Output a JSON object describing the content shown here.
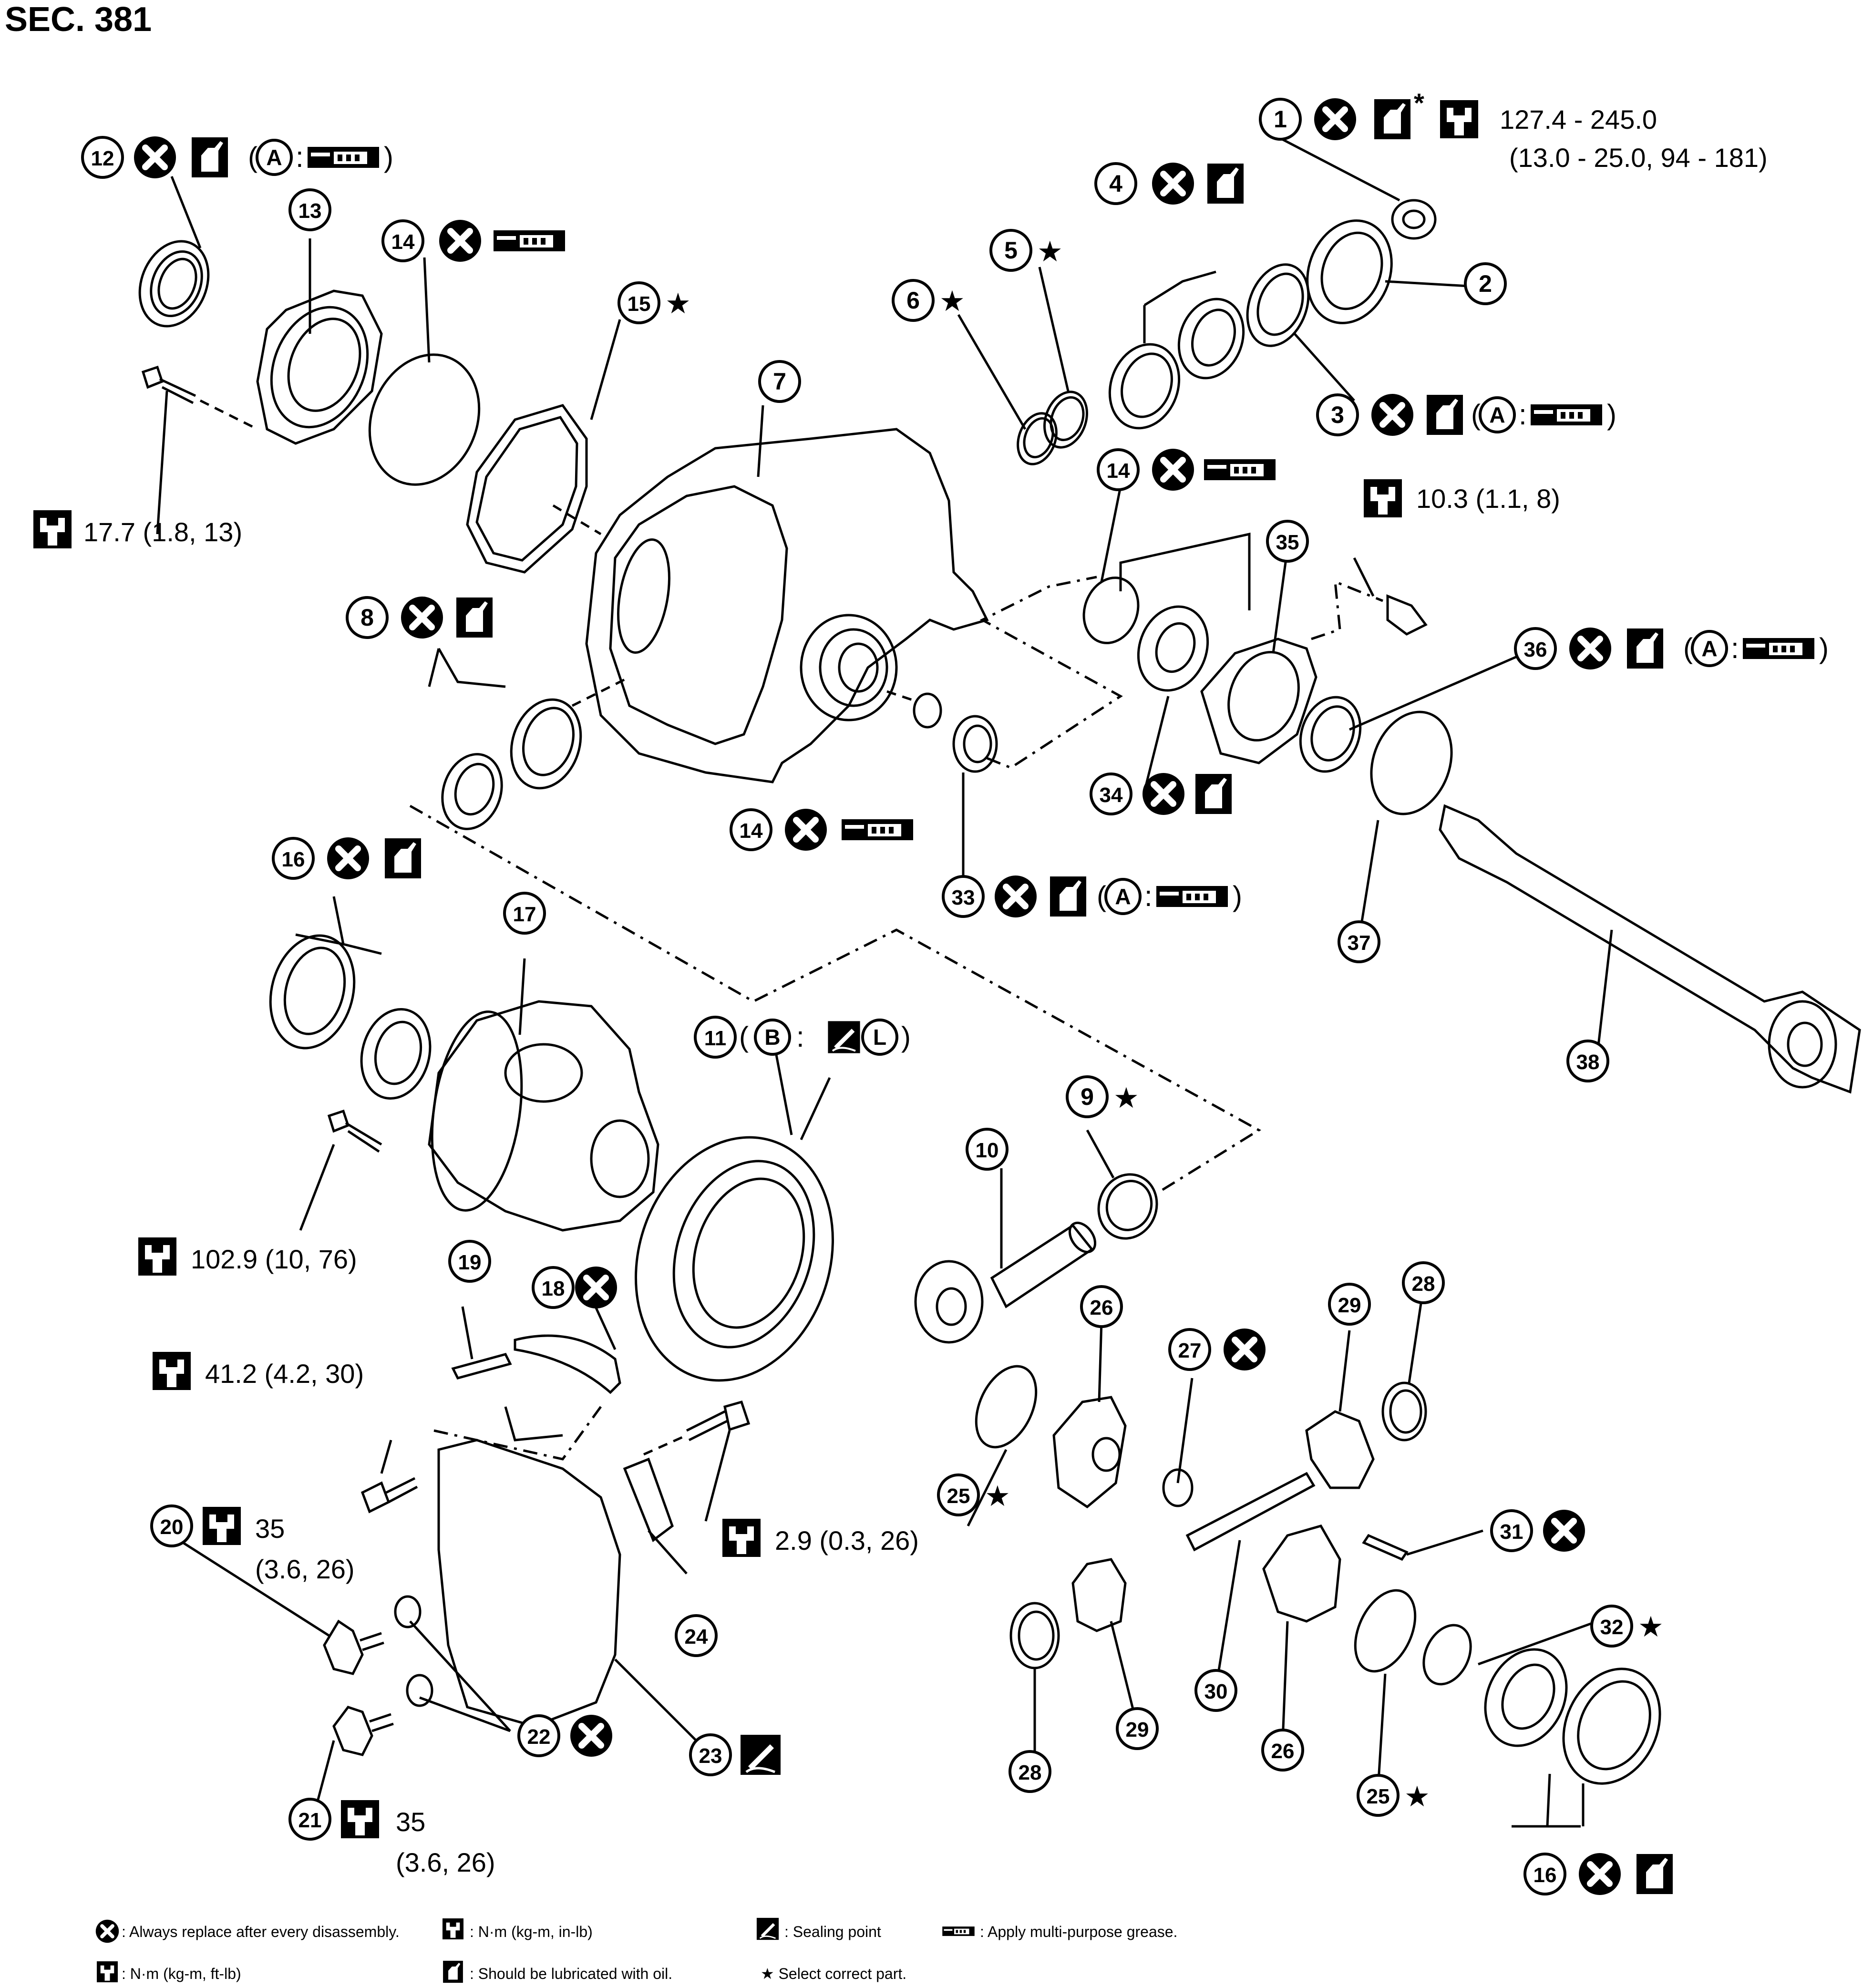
{
  "section_title": "SEC. 381",
  "markers": {
    "star": "★",
    "asterisk": "*",
    "paren_open": "(",
    "paren_close": ")",
    "colon": ":"
  },
  "circle_letters": [
    "A",
    "B",
    "L"
  ],
  "parts": [
    {
      "num": "1",
      "desc": "",
      "torque": "127.4 - 245.0",
      "torque2": "(13.0 - 25.0, 94 - 181)"
    },
    {
      "num": "2"
    },
    {
      "num": "3"
    },
    {
      "num": "4"
    },
    {
      "num": "5"
    },
    {
      "num": "6"
    },
    {
      "num": "7"
    },
    {
      "num": "8"
    },
    {
      "num": "9"
    },
    {
      "num": "10"
    },
    {
      "num": "11"
    },
    {
      "num": "12"
    },
    {
      "num": "13"
    },
    {
      "num": "14"
    },
    {
      "num": "15"
    },
    {
      "num": "16"
    },
    {
      "num": "17"
    },
    {
      "num": "18"
    },
    {
      "num": "19"
    },
    {
      "num": "20"
    },
    {
      "num": "21"
    },
    {
      "num": "22"
    },
    {
      "num": "23"
    },
    {
      "num": "24"
    },
    {
      "num": "25"
    },
    {
      "num": "26"
    },
    {
      "num": "27"
    },
    {
      "num": "28"
    },
    {
      "num": "29"
    },
    {
      "num": "30"
    },
    {
      "num": "31"
    },
    {
      "num": "32"
    },
    {
      "num": "33"
    },
    {
      "num": "34"
    },
    {
      "num": "35"
    },
    {
      "num": "36"
    },
    {
      "num": "37"
    },
    {
      "num": "38"
    }
  ],
  "torques": {
    "t1_line1": "127.4 - 245.0",
    "t1_line2": "(13.0 - 25.0, 94 - 181)",
    "t13": "17.7 (1.8, 13)",
    "t35": "10.3 (1.1, 8)",
    "t17": "102.9 (10, 76)",
    "t41": "41.2 (4.2, 30)",
    "t20_a": "35",
    "t20_b": "(3.6, 26)",
    "t21_a": "35",
    "t21_b": "(3.6, 26)",
    "t24": "2.9 (0.3, 26)"
  },
  "legend": {
    "replace": ": Always replace after every disassembly.",
    "nm_kgm_inlb": ": N·m (kg-m, in-lb)",
    "sealing": ": Sealing point",
    "grease": ": Apply multi-purpose grease.",
    "nm_kgm_ftlb": ": N·m (kg-m, ft-lb)",
    "oil": ": Should be lubricated with oil.",
    "select": "★ Select correct part."
  },
  "icons": [
    "replace-x-icon",
    "torque-wrench-icon",
    "oil-can-icon",
    "grease-icon",
    "sealant-icon",
    "star-icon"
  ]
}
